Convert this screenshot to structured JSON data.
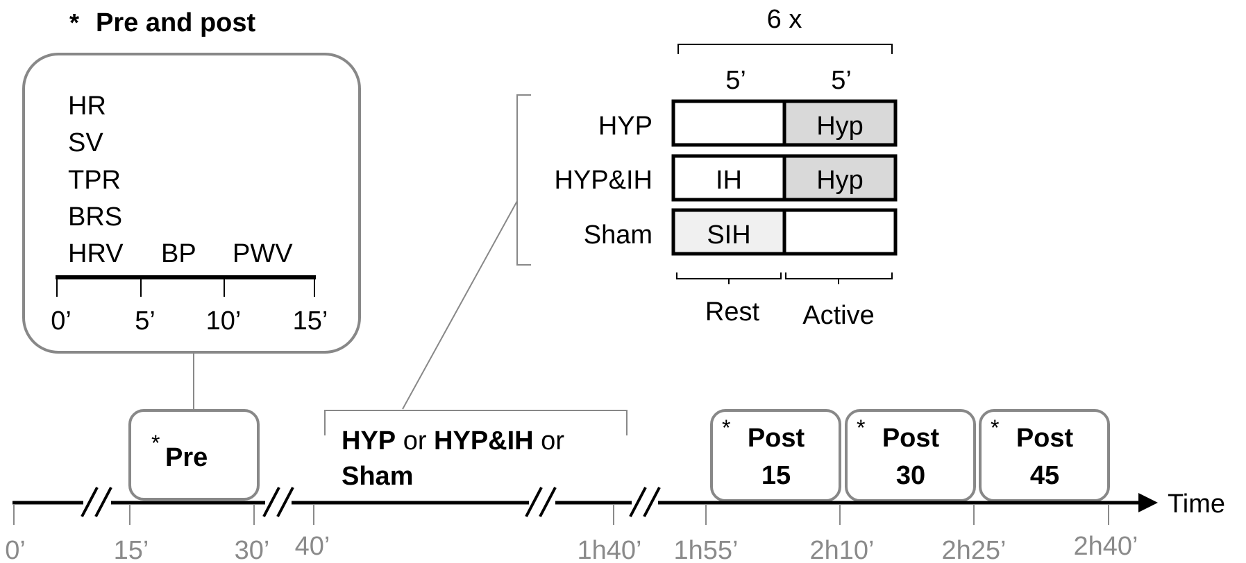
{
  "pre_post_panel": {
    "title_star": "*",
    "title": "Pre and post",
    "measures": [
      "HR",
      "SV",
      "TPR",
      "BRS",
      "HRV"
    ],
    "measure_bp": "BP",
    "measure_pwv": "PWV",
    "ticks": [
      "0’",
      "5’",
      "10’",
      "15’"
    ]
  },
  "protocol_panel": {
    "repeat_label": "6 x",
    "phase_durations": [
      "5’",
      "5’"
    ],
    "rows": [
      {
        "label": "HYP",
        "rest": "",
        "active": "Hyp"
      },
      {
        "label": "HYP&IH",
        "rest": "IH",
        "active": "Hyp"
      },
      {
        "label": "Sham",
        "rest": "SIH",
        "active": ""
      }
    ],
    "rest_label": "Rest",
    "active_label": "Active",
    "colors": {
      "hyp_fill": "#d9d9d9",
      "sih_fill": "#f0f0f0"
    }
  },
  "timeline": {
    "pre_box": {
      "star": "*",
      "label": "Pre"
    },
    "intervention": {
      "opt1": "HYP",
      "or1": " or ",
      "opt2": "HYP&IH",
      "or2": " or",
      "opt3": "Sham"
    },
    "post_boxes": [
      {
        "star": "*",
        "line1": "Post",
        "line2": "15"
      },
      {
        "star": "*",
        "line1": "Post",
        "line2": "30"
      },
      {
        "star": "*",
        "line1": "Post",
        "line2": "45"
      }
    ],
    "axis_label": "Time",
    "ticks": [
      "0’",
      "15’",
      "30’",
      "40’",
      "1h40’",
      "1h55’",
      "2h10’",
      "2h25’",
      "2h40’"
    ],
    "colors": {
      "box_stroke": "#888888",
      "tick_grey": "#8a8a8a"
    }
  }
}
